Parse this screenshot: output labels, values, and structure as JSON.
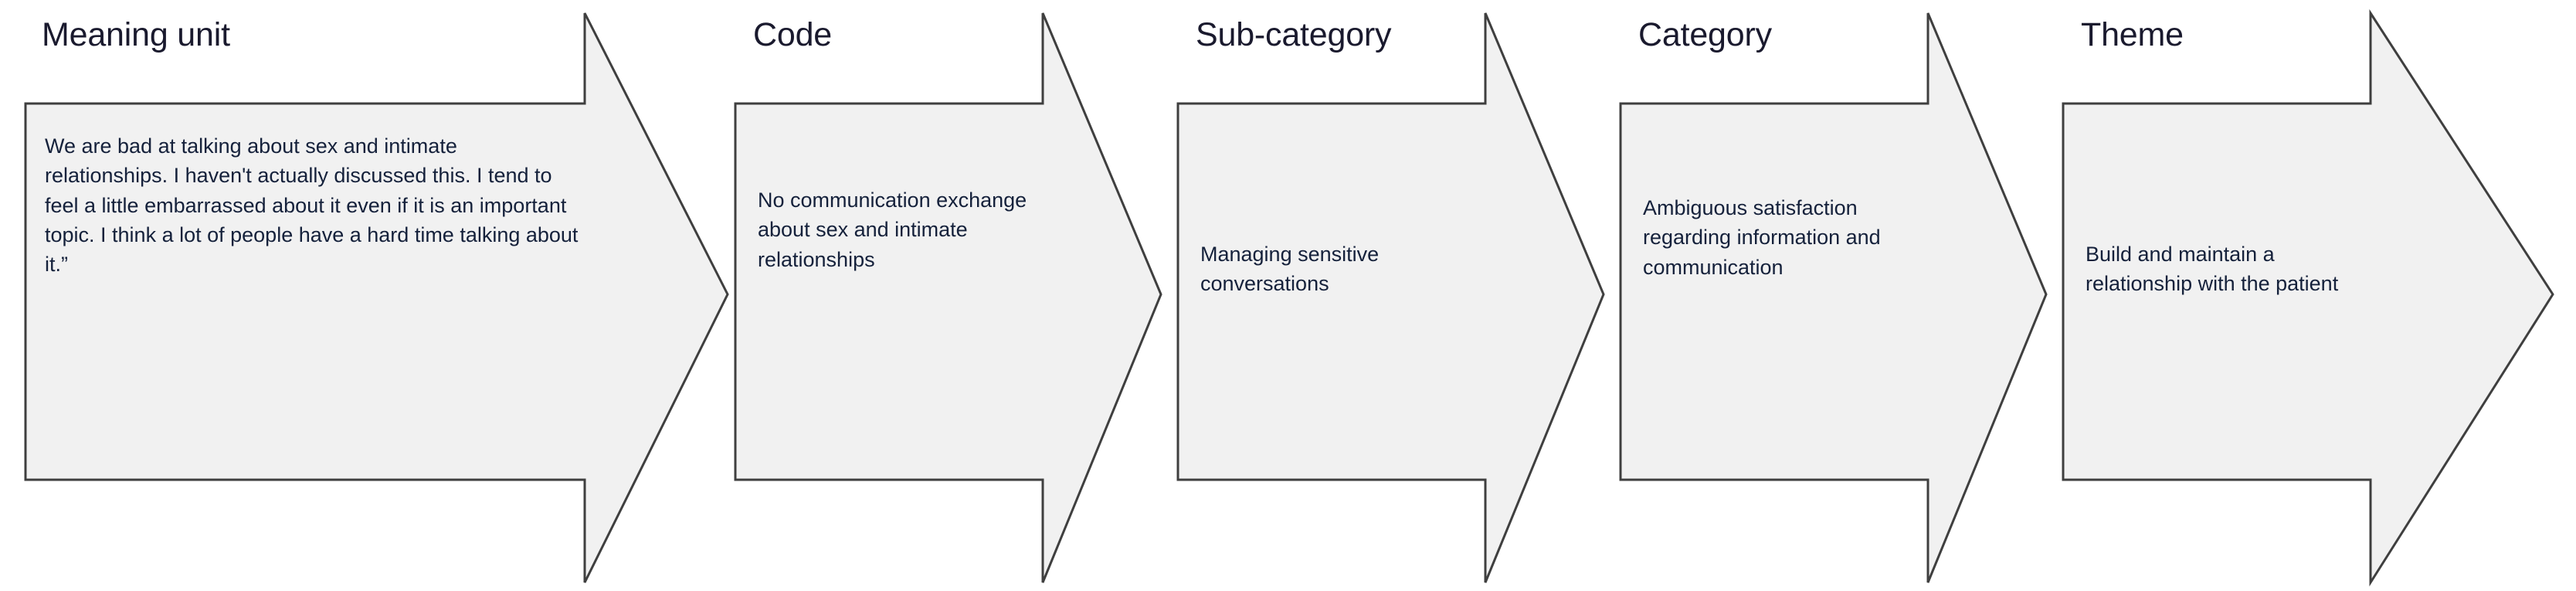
{
  "diagram": {
    "title_visible": false,
    "colors": {
      "chevron_fill": "#F1F1F1",
      "chevron_border": "#3F3F3F",
      "title_text": "#1A1A2E",
      "body_text": "#15213B",
      "background": "#FFFFFF"
    },
    "stages": [
      {
        "id": "meaning-unit",
        "label": "Meaning unit",
        "text": "We are bad at talking about sex and intimate relationships. I haven't actually discussed this. I tend to feel a little embarrassed about it even if it is an important topic. I think a lot of people have a hard time talking about it.”"
      },
      {
        "id": "code",
        "label": "Code",
        "text": "No communication exchange about sex and intimate relationships"
      },
      {
        "id": "sub-category",
        "label": "Sub-category",
        "text": "Managing sensitive conversations"
      },
      {
        "id": "category",
        "label": "Category",
        "text": "Ambiguous satisfaction regarding information and communication"
      },
      {
        "id": "theme",
        "label": "Theme",
        "text": "Build and maintain a relationship with the patient"
      }
    ]
  }
}
